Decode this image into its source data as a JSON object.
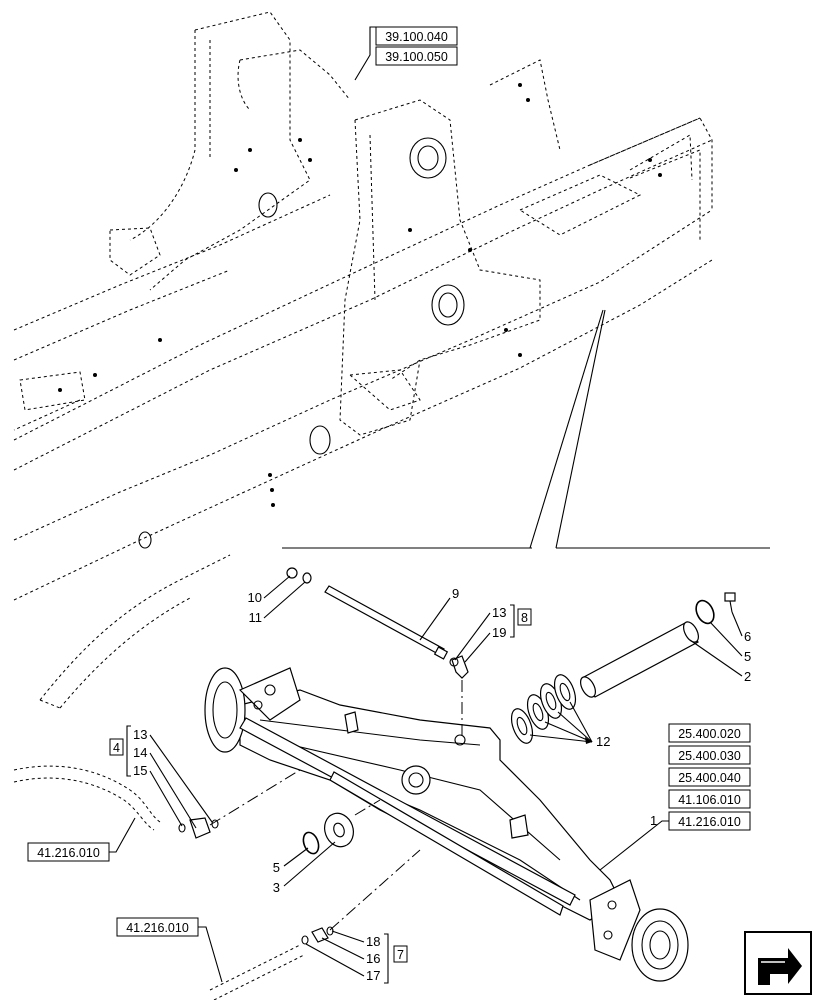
{
  "refs": {
    "frame_top_1": "39.100.040",
    "frame_top_2": "39.100.050",
    "axle_1": "25.400.020",
    "axle_2": "25.400.030",
    "axle_3": "25.400.040",
    "axle_4": "41.106.010",
    "axle_5": "41.216.010",
    "hose_left": "41.216.010",
    "hose_bottom": "41.216.010"
  },
  "groups": {
    "group_8": "8",
    "group_4": "4",
    "group_7": "7"
  },
  "callouts": {
    "c1": "1",
    "c2": "2",
    "c3": "3",
    "c5_right": "5",
    "c5_left": "5",
    "c6": "6",
    "c9": "9",
    "c10": "10",
    "c11": "11",
    "c12": "12",
    "c13_top": "13",
    "c19": "19",
    "c13_left": "13",
    "c14": "14",
    "c15": "15",
    "c16": "16",
    "c17": "17",
    "c18": "18"
  },
  "nav_icon": "navigate-arrow-icon"
}
